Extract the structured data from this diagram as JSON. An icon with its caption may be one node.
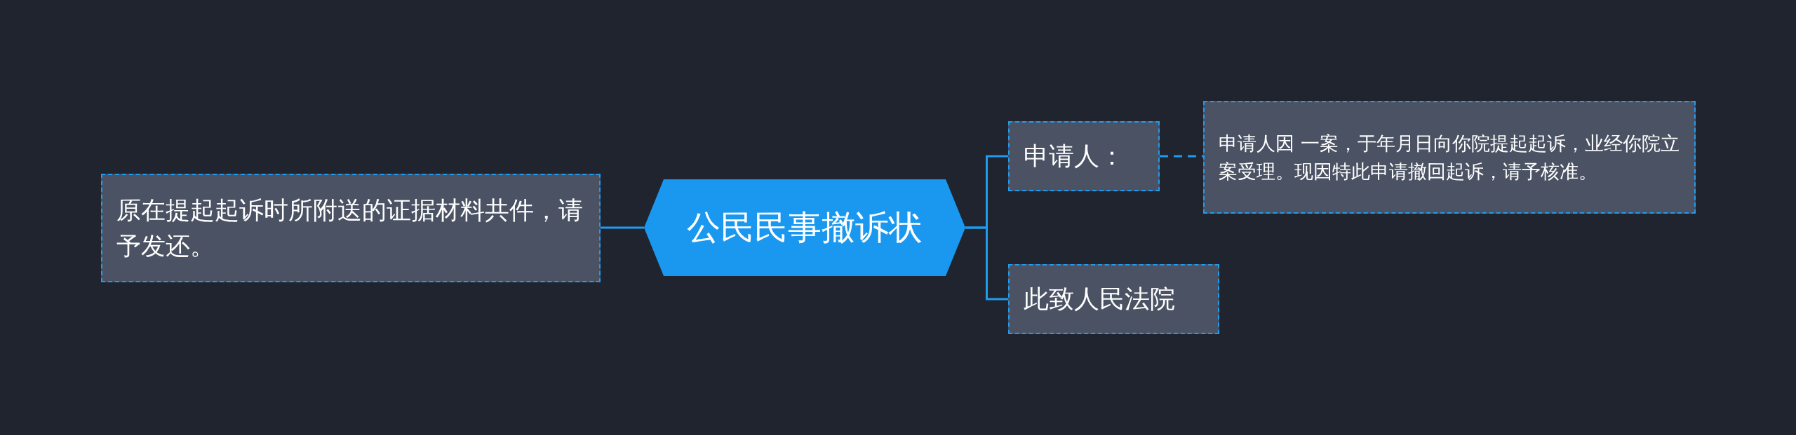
{
  "diagram": {
    "nodes": [
      {
        "text": [
          "公民民事撤诉状"
        ]
      },
      {
        "text": [
          "原在提起起诉时所附送的证据材料共件，请予发还。"
        ]
      },
      {
        "text": [
          "申请人："
        ]
      },
      {
        "text": [
          "申请人因 一案，于年月日向你院提起起诉，业经你院立案受理。现因特此申请撤回起诉，请予核准。"
        ]
      },
      {
        "text": [
          "此致人民法院"
        ]
      }
    ],
    "edges": [
      {
        "from": 0,
        "to": 1,
        "arrow": "none"
      },
      {
        "from": 0,
        "to": 2,
        "arrow": "none"
      },
      {
        "from": 2,
        "to": 3,
        "arrow": "none",
        "style": "dashed"
      },
      {
        "from": 0,
        "to": 4,
        "arrow": "none"
      }
    ]
  }
}
